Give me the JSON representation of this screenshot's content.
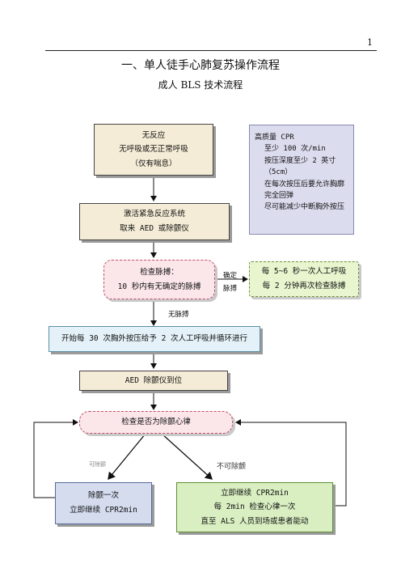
{
  "page": {
    "number": "1"
  },
  "header": {
    "title": "一、单人徒手心肺复苏操作流程",
    "subtitle": "成人 BLS 技术流程"
  },
  "flow": {
    "box1": {
      "line1": "无反应",
      "line2": "无呼吸或无正常呼吸",
      "line3": "（仅有喘息）"
    },
    "box2": {
      "line1": "激活紧急反应系统",
      "line2": "取来 AED 或除颤仪"
    },
    "pulse_check": {
      "line1": "检查脉搏：",
      "line2": "10 秒内有无确定的脉搏"
    },
    "pulse_confirmed": {
      "line1": "确定",
      "line2": "脉搏"
    },
    "no_pulse": "无脉搏",
    "rescue_breath": {
      "line1": "每 5~6 秒一次人工呼吸",
      "line2": "每 2 分钟再次检查脉搏"
    },
    "cpr_cycle": "开始每 30 次胸外按压给予 2 次人工呼吸并循环进行",
    "aed": "AED 除颤仪到位",
    "rhythm_check": "检查是否为除颤心律",
    "shockable": "可除颤",
    "non_shockable": "不可除颤",
    "shock_box": {
      "line1": "除颤一次",
      "line2": "立即继续 CPR2min"
    },
    "continue_box": {
      "line1": "立即继续 CPR2min",
      "line2": "每 2min 检查心律一次",
      "line3": "直至 ALS 人员到场或患者能动"
    }
  },
  "cpr_quality": {
    "title": "高质量 CPR",
    "items": [
      "至少 100 次/min",
      "按压深度至少 2 英寸（5cm）",
      "在每次按压后要允许胸廓完全回弹",
      "尽可能减少中断胸外按压"
    ]
  }
}
